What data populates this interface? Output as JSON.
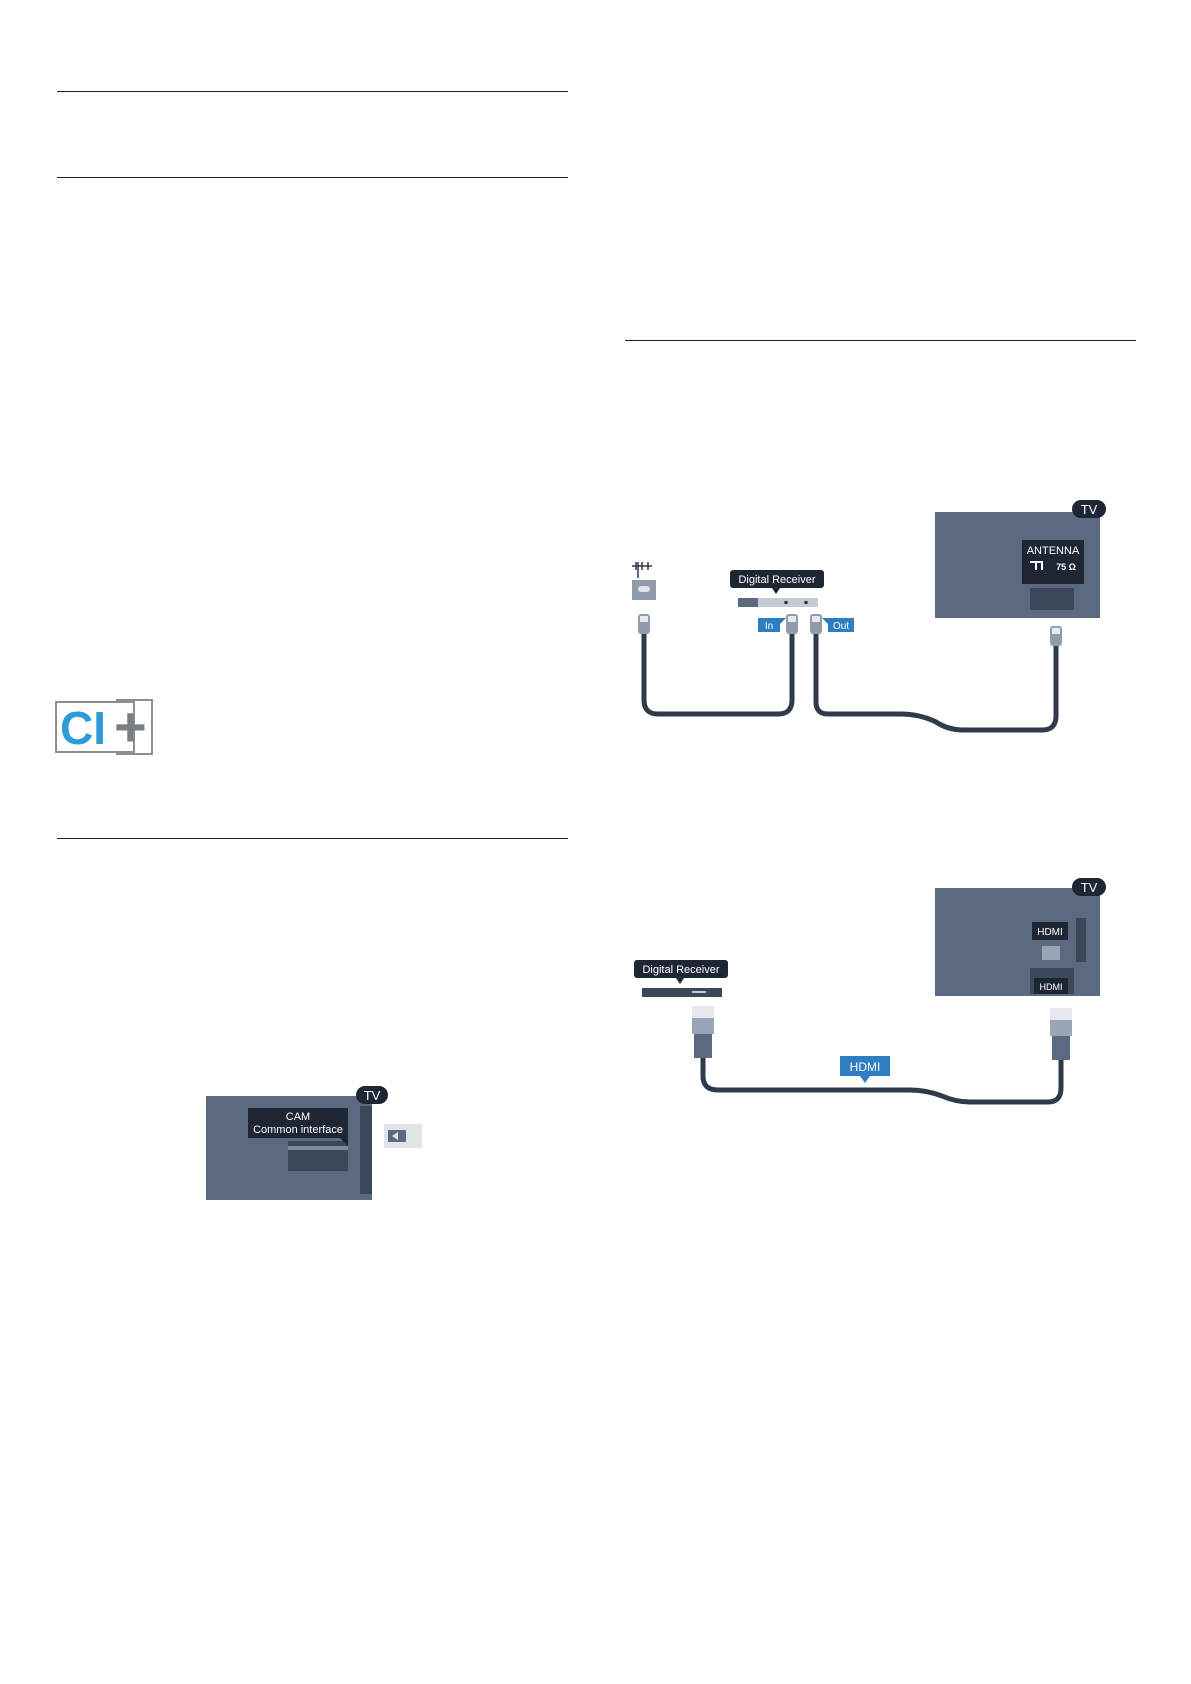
{
  "logo": {
    "text_ci": "CI",
    "text_plus": "+",
    "colors": {
      "ci": "#2f9bd6",
      "plus": "#7a7f86",
      "frame": "#8a8f96"
    }
  },
  "cam_diagram": {
    "tv_badge": "TV",
    "cam_label": "CAM",
    "ci_label": "Common interface"
  },
  "antenna_diagram": {
    "tv_badge": "TV",
    "receiver_label": "Digital Receiver",
    "in_label": "In",
    "out_label": "Out",
    "tv_port_label": "ANTENNA",
    "tv_port_value": "75 Ω"
  },
  "hdmi_diagram": {
    "tv_badge": "TV",
    "receiver_label": "Digital Receiver",
    "tv_port_label_top": "HDMI",
    "tv_port_label_bottom": "HDMI",
    "cable_label": "HDMI"
  },
  "colors": {
    "tv_body": "#5b6a80",
    "tv_body_dark": "#3c4757",
    "label_bg": "#1e2633",
    "accent_blue": "#2f7ec1",
    "cable": "#2f3a4a"
  }
}
